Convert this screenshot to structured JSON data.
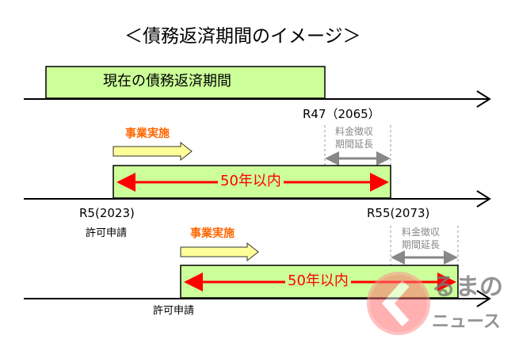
{
  "title": "＜債務返済期間のイメージ＞",
  "current_period": "現在の債務返済期間",
  "r47": "R47（2065）",
  "extension": {
    "line1": "料金徴収",
    "line2": "期間延長"
  },
  "project": "事業実施",
  "within": "50年以内",
  "r5": "R5(2023)",
  "r55": "R55(2073)",
  "permit": "許可申請",
  "logo": {
    "line1": "るまの",
    "line2": "ニュース"
  },
  "colors": {
    "box": "#ccff99",
    "red": "#ff0000",
    "orange": "#ff6600",
    "gray": "#888888",
    "yellow": "#ffff99"
  }
}
